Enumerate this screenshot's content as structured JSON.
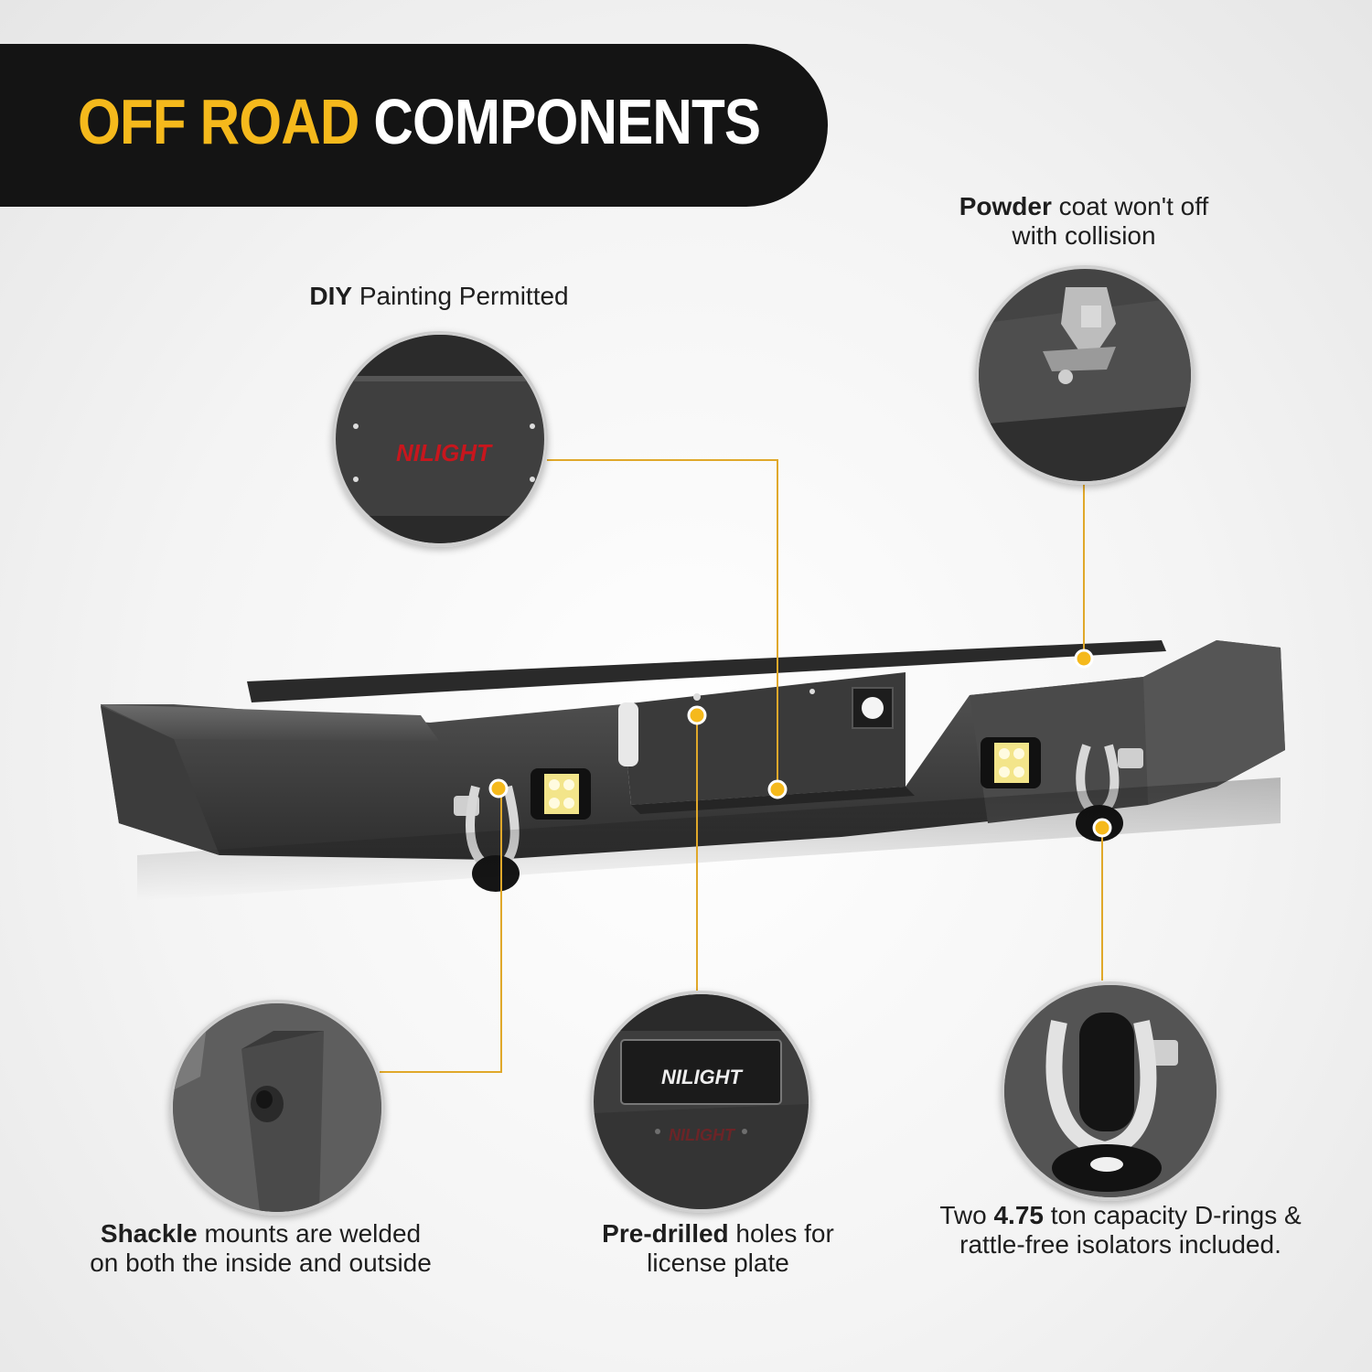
{
  "banner": {
    "title_accent": "OFF ROAD",
    "title_rest": "COMPONENTS"
  },
  "features": {
    "diy": {
      "bold": "DIY",
      "text": " Painting Permitted"
    },
    "powder": {
      "bold": "Powder",
      "text": " coat won't off",
      "line2": "with collision"
    },
    "shackle": {
      "bold": "Shackle",
      "text": " mounts are welded",
      "line2": "on both the inside and outside"
    },
    "predrilled": {
      "bold": "Pre-drilled",
      "text": " holes for",
      "line2": "license plate"
    },
    "drings": {
      "text1": "Two ",
      "bold": "4.75",
      "text2": " ton capacity D-rings &",
      "line2": "rattle-free isolators included."
    }
  },
  "brand": {
    "logo_text": "NILIGHT"
  },
  "colors": {
    "accent": "#f5b91c",
    "banner_bg": "#141414",
    "leader_line": "#e0a82a"
  }
}
